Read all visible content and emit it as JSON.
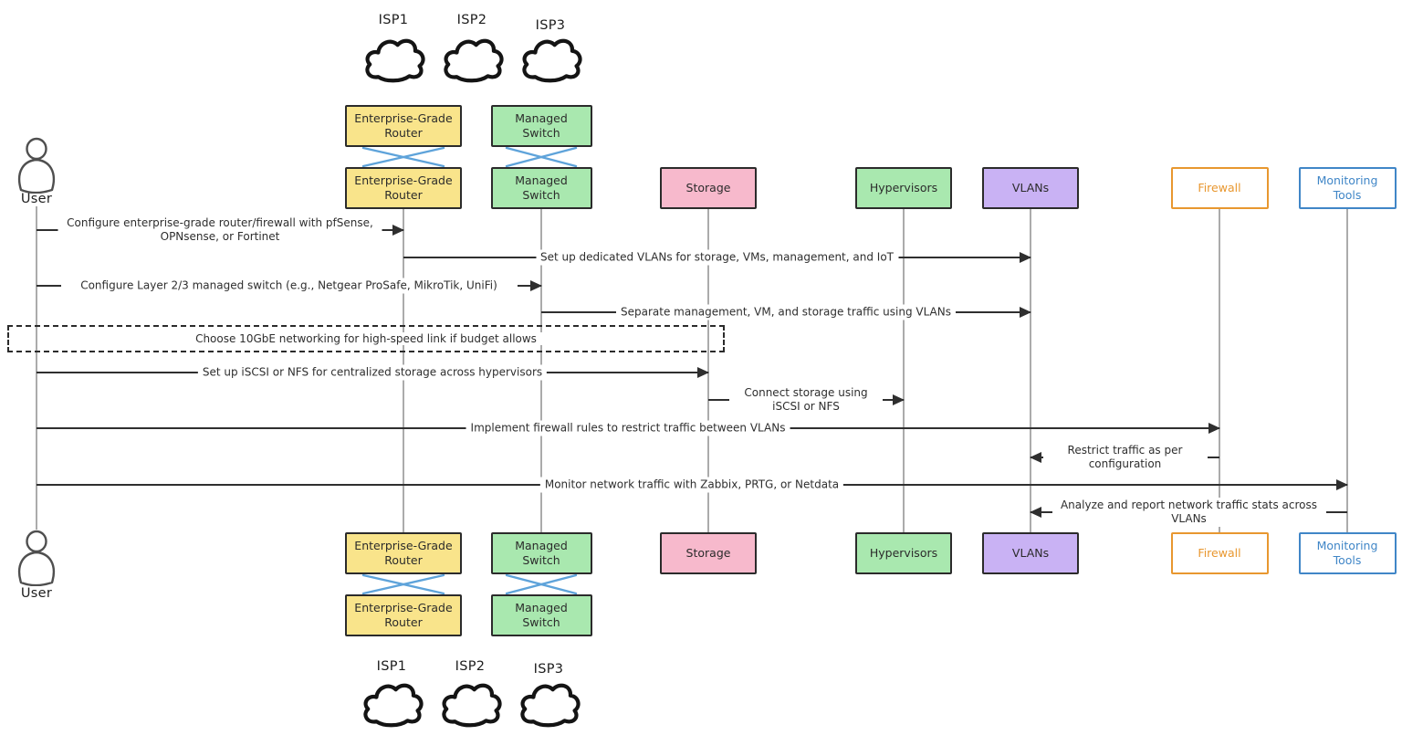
{
  "participants": [
    {
      "id": "user",
      "label": "User",
      "type": "actor"
    },
    {
      "id": "router",
      "label": "Enterprise-Grade Router",
      "type": "participant",
      "fill": "#f9e48b",
      "border": "#2b2b2b",
      "text_color": "#2b2b2b",
      "redundant_pair": true
    },
    {
      "id": "switch",
      "label": "Managed Switch",
      "type": "participant",
      "fill": "#a9e8af",
      "border": "#2b2b2b",
      "text_color": "#2b2b2b",
      "redundant_pair": true
    },
    {
      "id": "storage",
      "label": "Storage",
      "type": "participant",
      "fill": "#f7b9cc",
      "border": "#2b2b2b",
      "text_color": "#2b2b2b"
    },
    {
      "id": "hypervisors",
      "label": "Hypervisors",
      "type": "participant",
      "fill": "#a9e8af",
      "border": "#2b2b2b",
      "text_color": "#2b2b2b"
    },
    {
      "id": "vlans",
      "label": "VLANs",
      "type": "participant",
      "fill": "#c9b2f4",
      "border": "#2b2b2b",
      "text_color": "#2b2b2b"
    },
    {
      "id": "firewall",
      "label": "Firewall",
      "type": "participant",
      "fill": "#ffffff",
      "border": "#e8972f",
      "text_color": "#e8972f"
    },
    {
      "id": "monitoring",
      "label": "Monitoring Tools",
      "type": "participant",
      "fill": "#ffffff",
      "border": "#4086c7",
      "text_color": "#4086c7"
    }
  ],
  "clouds": [
    {
      "label": "ISP1"
    },
    {
      "label": "ISP2"
    },
    {
      "label": "ISP3"
    }
  ],
  "messages": [
    {
      "from": "user",
      "to": "router",
      "label": "Configure enterprise-grade router/firewall with pfSense, OPNsense, or Fortinet"
    },
    {
      "from": "router",
      "to": "vlans",
      "label": "Set up dedicated VLANs for storage, VMs, management, and IoT"
    },
    {
      "from": "user",
      "to": "switch",
      "label": "Configure Layer 2/3 managed switch (e.g., Netgear ProSafe, MikroTik, UniFi)"
    },
    {
      "from": "switch",
      "to": "vlans",
      "label": "Separate management, VM, and storage traffic using VLANs"
    },
    {
      "from": "user",
      "to": "storage",
      "label": "Set up iSCSI or NFS for centralized storage across hypervisors"
    },
    {
      "from": "storage",
      "to": "hypervisors",
      "label": "Connect storage using iSCSI or NFS"
    },
    {
      "from": "user",
      "to": "firewall",
      "label": "Implement firewall rules to restrict traffic between VLANs"
    },
    {
      "from": "firewall",
      "to": "vlans",
      "label": "Restrict traffic as per configuration"
    },
    {
      "from": "user",
      "to": "monitoring",
      "label": "Monitor network traffic with Zabbix, PRTG, or Netdata"
    },
    {
      "from": "monitoring",
      "to": "vlans",
      "label": "Analyze and report network traffic stats across VLANs"
    }
  ],
  "note": {
    "text": "Choose 10GbE networking for high-speed link if budget allows"
  },
  "colors": {
    "arrow": "#2f2f2f",
    "lifeline": "#ababab",
    "note_border": "#2b2b2b",
    "message_text": "#2e2e2e",
    "cross_link": "#5ea3da",
    "cloud_stroke": "#141414",
    "actor_stroke": "#4f4f4f"
  }
}
